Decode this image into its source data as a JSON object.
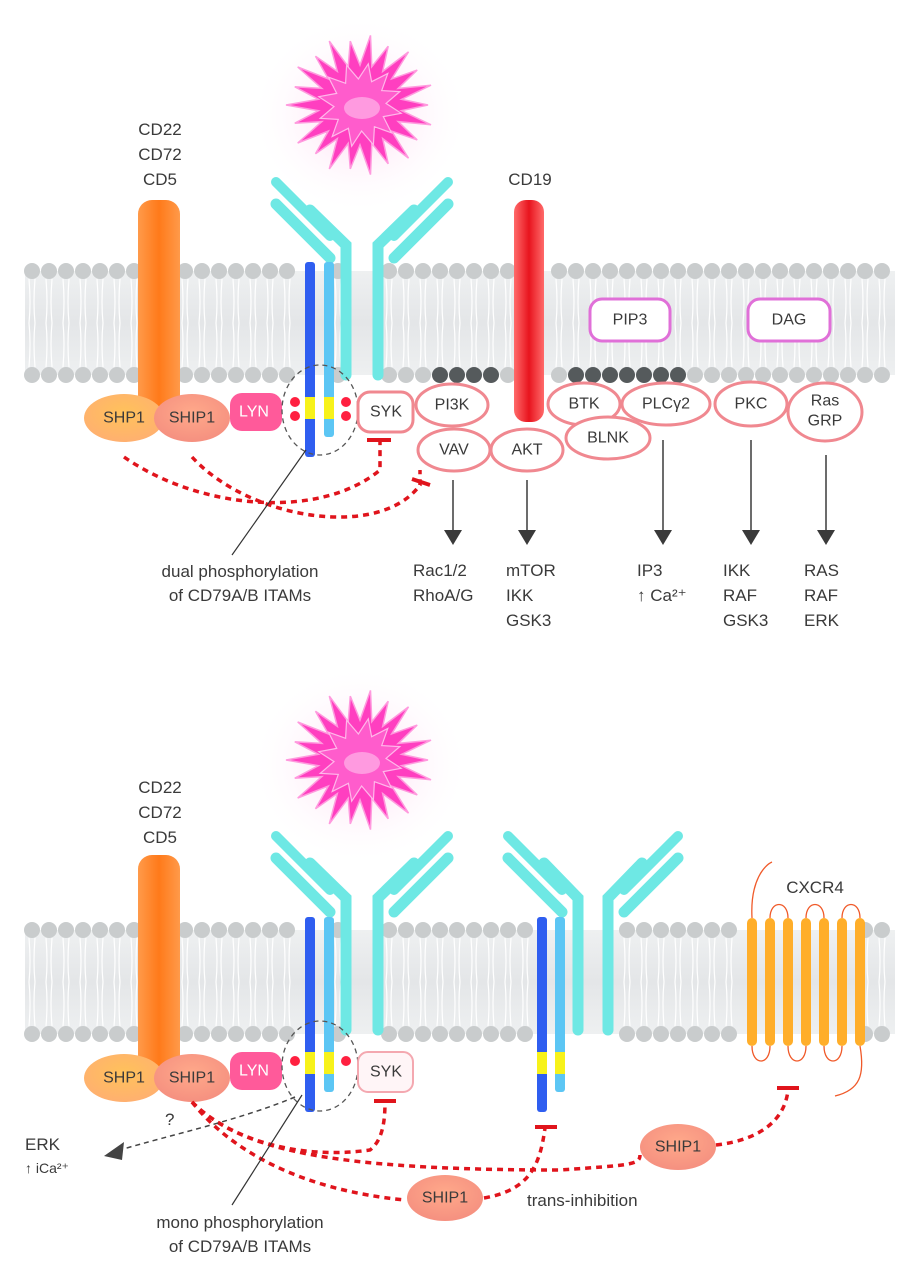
{
  "colors": {
    "antigen": "#ff3fc0",
    "bcr": "#6ee8e4",
    "cd79a": "#2f5ef0",
    "cd79b": "#5cc6f4",
    "itam": "#f7f21a",
    "inhibitory_receptor": "#ff7a1a",
    "cd19": "#f0202a",
    "cxcr4": "#ffae2a",
    "inhibition": "#e0141c",
    "arrow": "#3a3a3a"
  },
  "top_panel": {
    "inhibitory_receptors_label": [
      "CD22",
      "CD72",
      "CD5"
    ],
    "cd19_label": "CD19",
    "membrane_nodes": {
      "pip3": "PIP3",
      "dag": "DAG"
    },
    "phosphatases": {
      "shp1": "SHP1",
      "ship1": "SHIP1"
    },
    "kinases": {
      "lyn": "LYN",
      "syk": "SYK",
      "pi3k": "PI3K",
      "vav": "VAV",
      "akt": "AKT",
      "btk": "BTK",
      "blnk": "BLNK",
      "plcg2": "PLCγ2",
      "pkc": "PKC",
      "rasgrp": [
        "Ras",
        "GRP"
      ]
    },
    "outputs": [
      {
        "source": "VAV",
        "lines": [
          "Rac1/2",
          "RhoA/G"
        ]
      },
      {
        "source": "AKT",
        "lines": [
          "mTOR",
          "IKK",
          "GSK3"
        ]
      },
      {
        "source": "PLCγ2",
        "lines": [
          "IP3",
          "↑ Ca²⁺"
        ]
      },
      {
        "source": "PKC",
        "lines": [
          "IKK",
          "RAF",
          "GSK3"
        ]
      },
      {
        "source": "RasGRP",
        "lines": [
          "RAS",
          "RAF",
          "ERK"
        ]
      }
    ],
    "itam_annotation": [
      "dual phosphorylation",
      "of CD79A/B ITAMs"
    ]
  },
  "bottom_panel": {
    "inhibitory_receptors_label": [
      "CD22",
      "CD72",
      "CD5"
    ],
    "phosphatases": {
      "shp1": "SHP1",
      "ship1": "SHIP1"
    },
    "kinases": {
      "lyn": "LYN",
      "syk": "SYK"
    },
    "trans_ship1_a": "SHIP1",
    "trans_ship1_b": "SHIP1",
    "cxcr4_label": "CXCR4",
    "erk_output": [
      "ERK",
      "↑ iCa²⁺"
    ],
    "question_mark": "?",
    "trans_inhibition_label": "trans-inhibition",
    "itam_annotation": [
      "mono phosphorylation",
      "of CD79A/B ITAMs"
    ]
  }
}
